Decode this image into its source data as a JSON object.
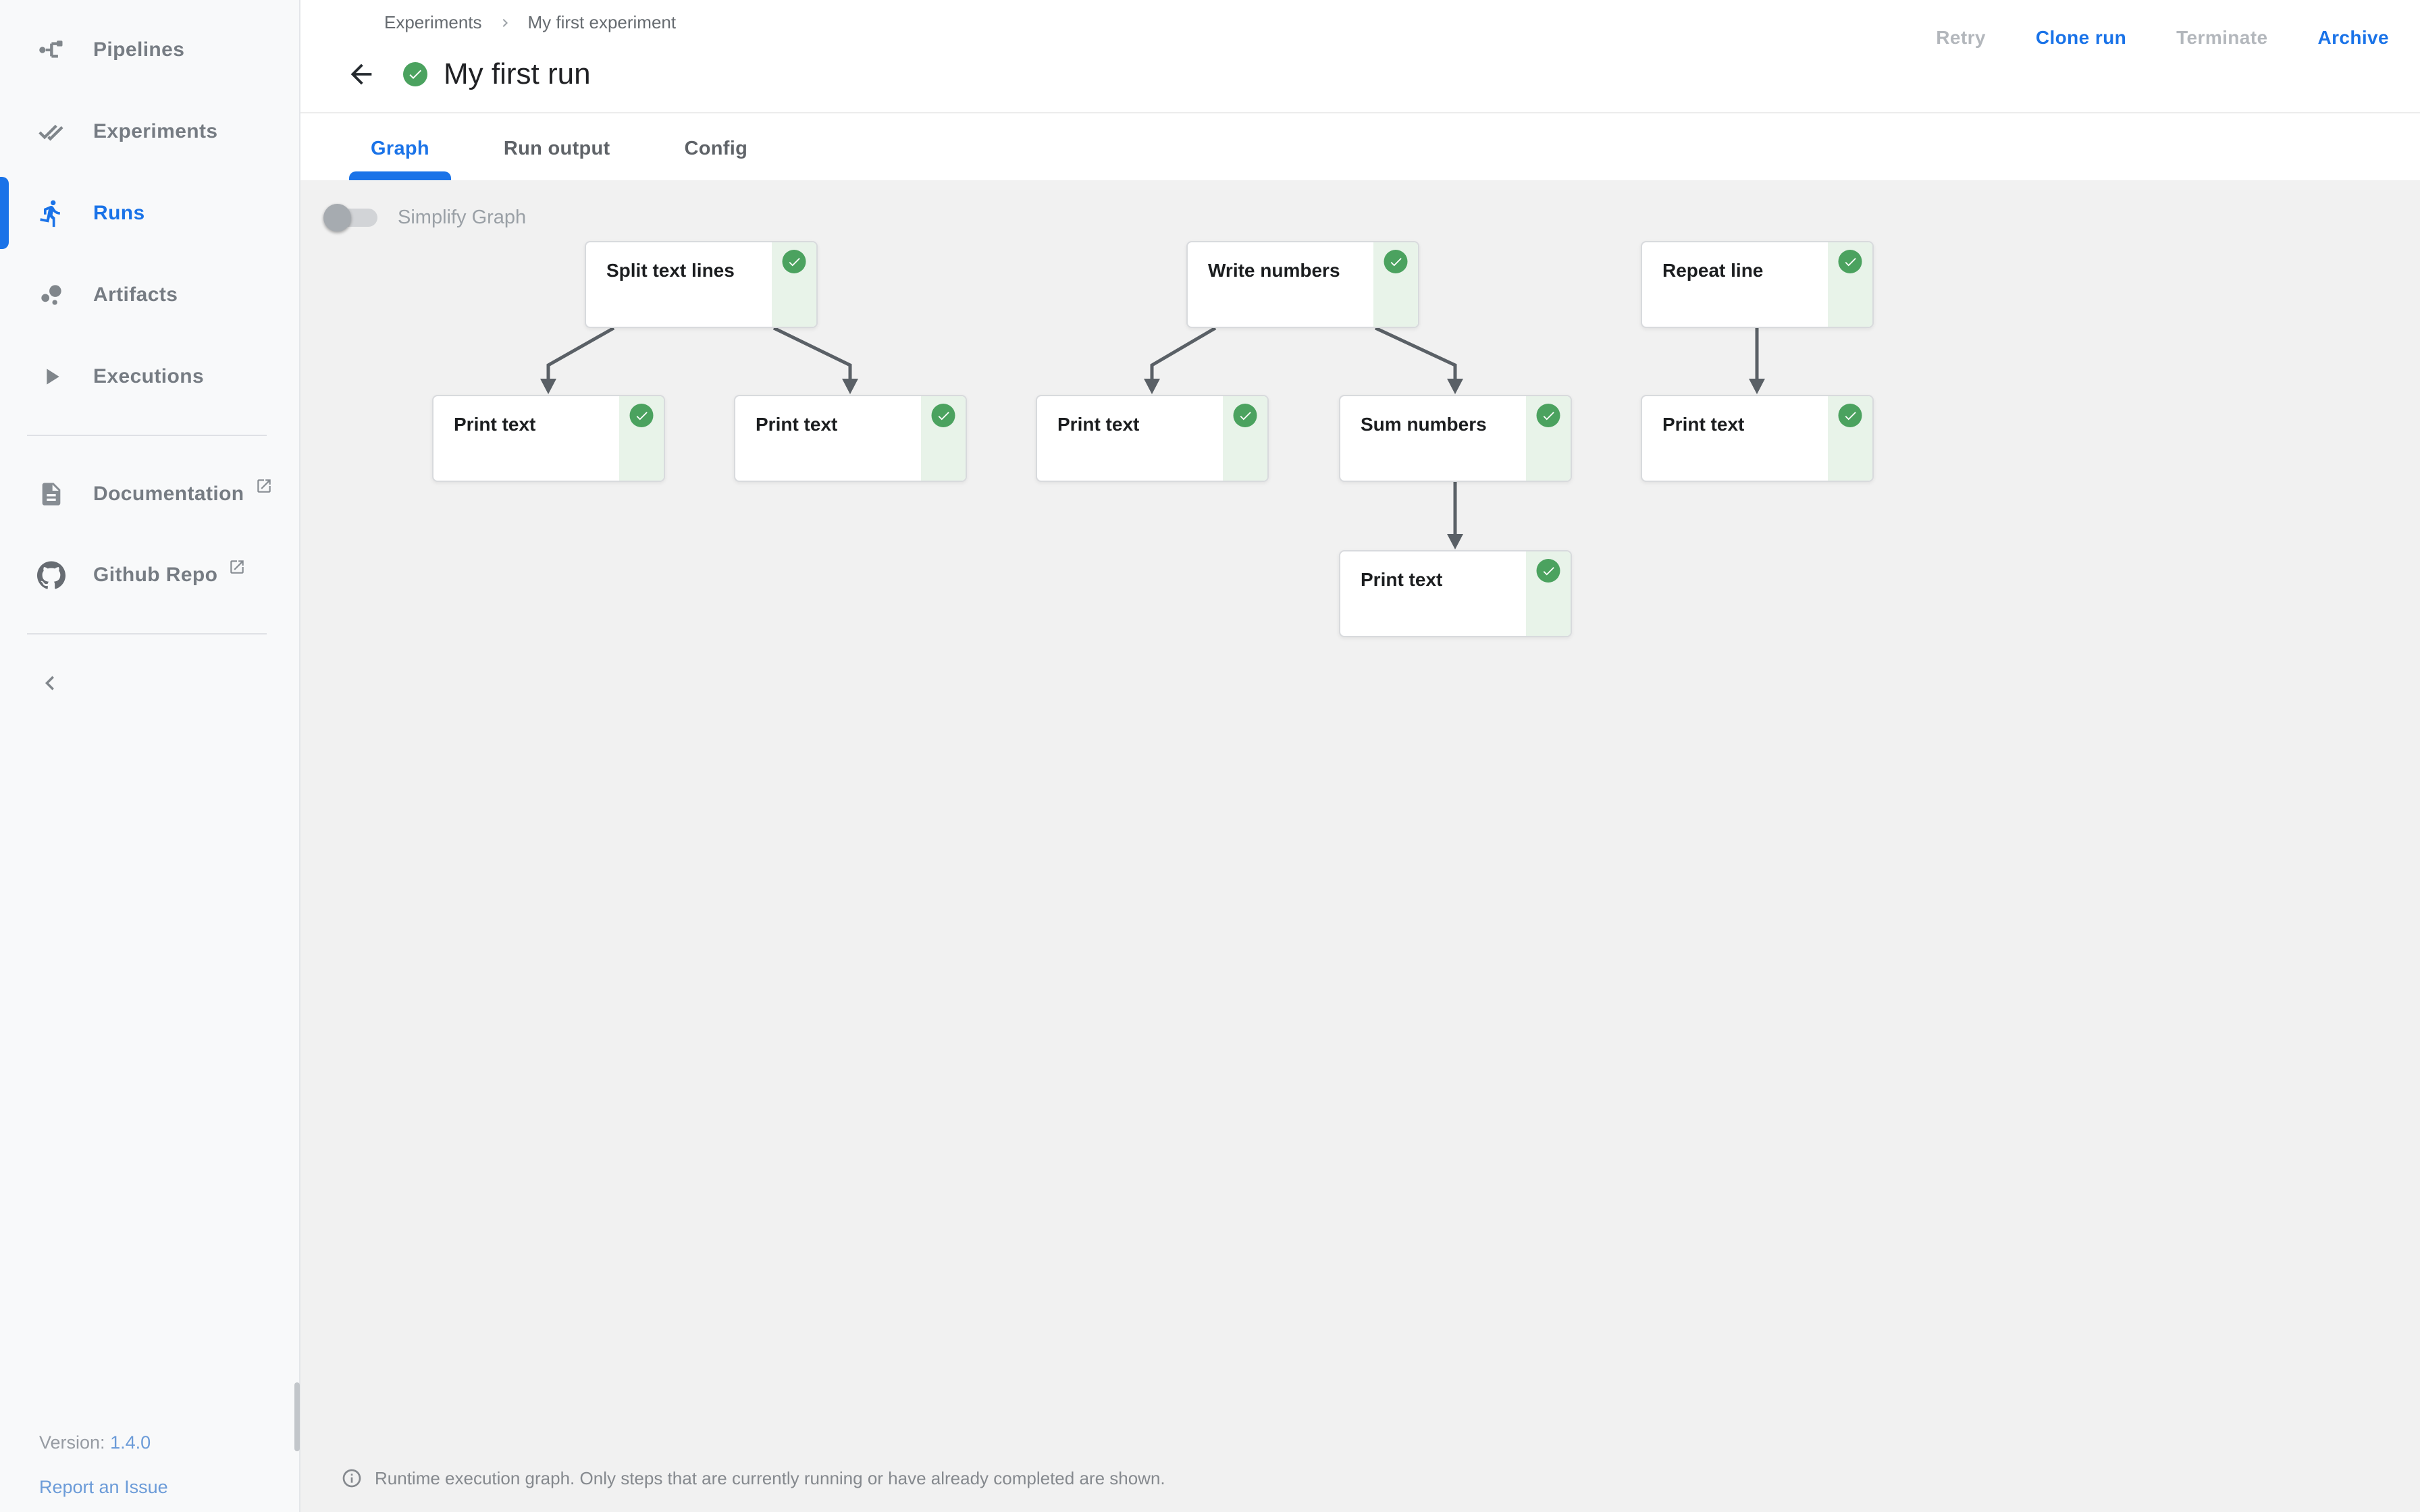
{
  "sidebar": {
    "items": [
      {
        "label": "Pipelines",
        "icon": "pipelines-icon",
        "active": false
      },
      {
        "label": "Experiments",
        "icon": "experiments-icon",
        "active": false
      },
      {
        "label": "Runs",
        "icon": "runs-icon",
        "active": true
      },
      {
        "label": "Artifacts",
        "icon": "artifacts-icon",
        "active": false
      },
      {
        "label": "Executions",
        "icon": "executions-icon",
        "active": false
      }
    ],
    "links": [
      {
        "label": "Documentation",
        "icon": "document-icon",
        "external": true
      },
      {
        "label": "Github Repo",
        "icon": "github-icon",
        "external": true
      }
    ],
    "version_label": "Version:",
    "version_value": "1.4.0",
    "report_link": "Report an Issue"
  },
  "header": {
    "breadcrumb": [
      "Experiments",
      "My first experiment"
    ],
    "title": "My first run",
    "run_status": "succeeded",
    "actions": [
      {
        "label": "Retry",
        "enabled": false
      },
      {
        "label": "Clone run",
        "enabled": true
      },
      {
        "label": "Terminate",
        "enabled": false
      },
      {
        "label": "Archive",
        "enabled": true
      }
    ]
  },
  "tabs": [
    {
      "label": "Graph",
      "active": true
    },
    {
      "label": "Run output",
      "active": false
    },
    {
      "label": "Config",
      "active": false
    }
  ],
  "graph": {
    "simplify_label": "Simplify Graph",
    "simplify_on": false,
    "nodes": [
      {
        "id": "split",
        "label": "Split text lines",
        "status": "succeeded"
      },
      {
        "id": "print-a",
        "label": "Print text",
        "status": "succeeded"
      },
      {
        "id": "print-b",
        "label": "Print text",
        "status": "succeeded"
      },
      {
        "id": "write",
        "label": "Write numbers",
        "status": "succeeded"
      },
      {
        "id": "print-c",
        "label": "Print text",
        "status": "succeeded"
      },
      {
        "id": "sum",
        "label": "Sum numbers",
        "status": "succeeded"
      },
      {
        "id": "print-d",
        "label": "Print text",
        "status": "succeeded"
      },
      {
        "id": "repeat",
        "label": "Repeat line",
        "status": "succeeded"
      },
      {
        "id": "print-e",
        "label": "Print text",
        "status": "succeeded"
      }
    ],
    "edges": [
      [
        "split",
        "print-a"
      ],
      [
        "split",
        "print-b"
      ],
      [
        "write",
        "print-c"
      ],
      [
        "write",
        "sum"
      ],
      [
        "sum",
        "print-d"
      ],
      [
        "repeat",
        "print-e"
      ]
    ]
  },
  "footer": {
    "note": "Runtime execution graph. Only steps that are currently running or have already completed are shown."
  },
  "colors": {
    "accent": "#1a73e8",
    "success_green": "#4ba25f",
    "node_strip_green": "#e8f3e9",
    "edge_gray": "#5a6066",
    "graph_background": "#f1f1f1"
  }
}
